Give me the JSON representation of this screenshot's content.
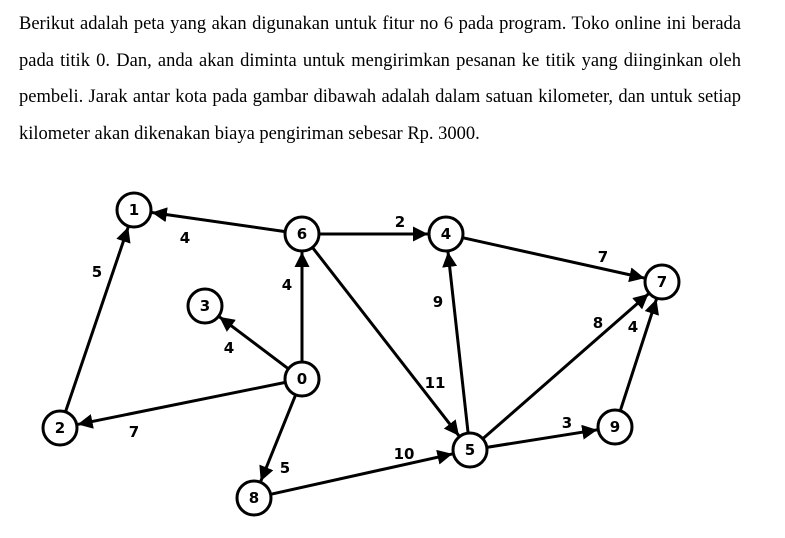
{
  "paragraph": "Berikut adalah peta yang akan digunakan untuk fitur no 6 pada program. Toko online ini berada pada titik 0. Dan, anda akan diminta untuk mengirimkan pesanan ke titik yang diinginkan oleh pembeli. Jarak antar kota pada gambar dibawah adalah dalam satuan kilometer, dan untuk setiap kilometer akan dikenakan biaya pengiriman sebesar Rp. 3000.",
  "graph": {
    "nodes": [
      "0",
      "1",
      "2",
      "3",
      "4",
      "5",
      "6",
      "7",
      "8",
      "9"
    ],
    "edges": [
      {
        "from": "6",
        "to": "1",
        "weight": "4"
      },
      {
        "from": "2",
        "to": "1",
        "weight": "5"
      },
      {
        "from": "6",
        "to": "4",
        "weight": "2"
      },
      {
        "from": "4",
        "to": "7",
        "weight": "7"
      },
      {
        "from": "0",
        "to": "6",
        "weight": "4"
      },
      {
        "from": "0",
        "to": "3",
        "weight": "4"
      },
      {
        "from": "0",
        "to": "2",
        "weight": "7"
      },
      {
        "from": "0",
        "to": "8",
        "weight": "5"
      },
      {
        "from": "6",
        "to": "5",
        "weight": "11"
      },
      {
        "from": "5",
        "to": "4",
        "weight": "9"
      },
      {
        "from": "5",
        "to": "7",
        "weight": "8"
      },
      {
        "from": "9",
        "to": "7",
        "weight": "4"
      },
      {
        "from": "5",
        "to": "9",
        "weight": "3"
      },
      {
        "from": "8",
        "to": "5",
        "weight": "10"
      }
    ]
  }
}
